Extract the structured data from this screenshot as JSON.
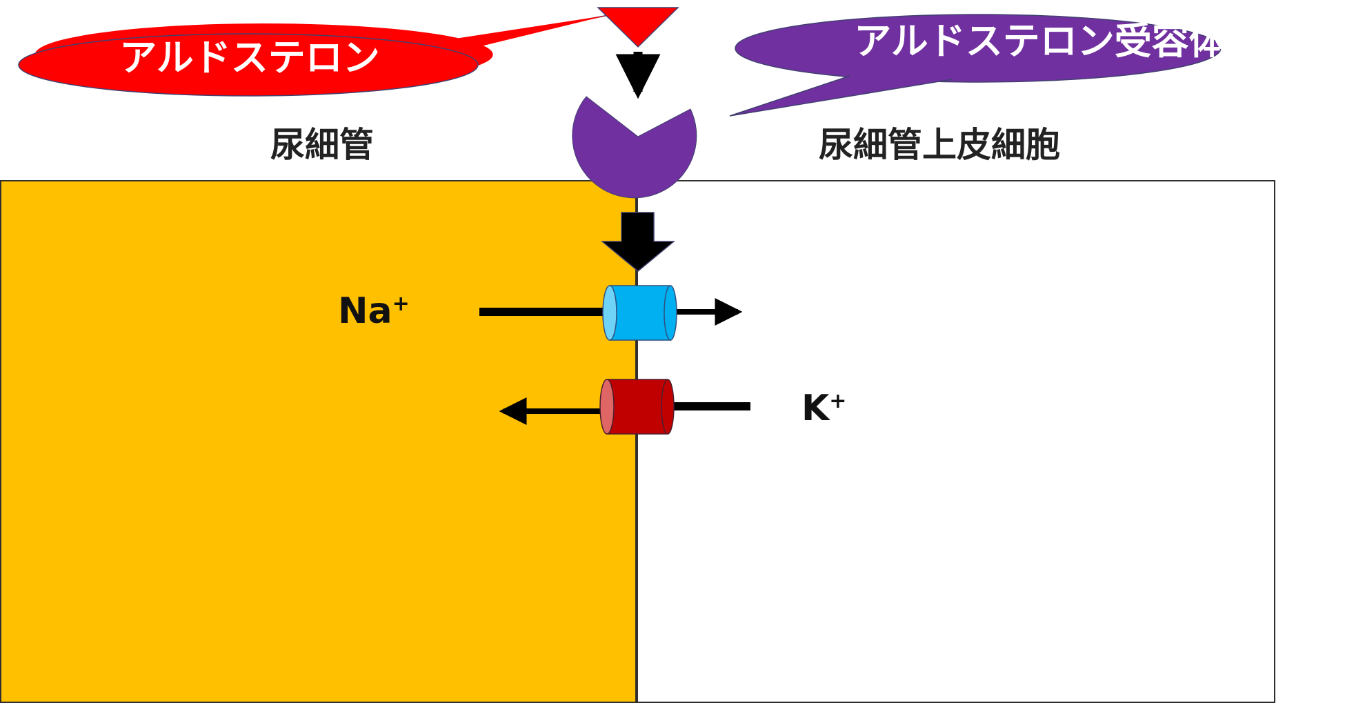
{
  "diagram": {
    "aldosterone_label": "アルドステロン",
    "receptor_label": "アルドステロン受容体",
    "tubule_label": "尿細管",
    "epithelial_label": "尿細管上皮細胞",
    "na_ion": {
      "symbol": "Na",
      "charge": "+"
    },
    "k_ion": {
      "symbol": "K",
      "charge": "+"
    }
  },
  "colors": {
    "tubule_fill": "#FFC000",
    "epithelial_fill": "#FFFFFF",
    "aldosterone": "#FF0000",
    "receptor": "#7030A0",
    "na_channel": "#00B0F0",
    "k_channel": "#C00000",
    "arrow": "#000000"
  }
}
